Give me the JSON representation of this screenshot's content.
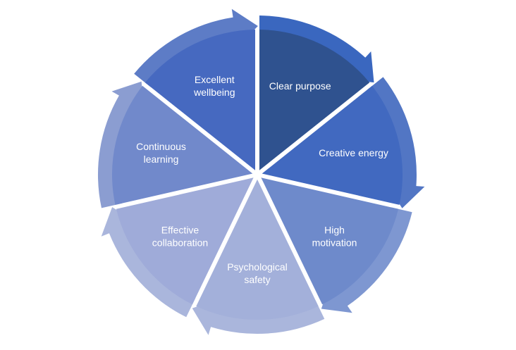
{
  "segments": [
    {
      "id": "clear-purpose",
      "lines": [
        "Clear purpose"
      ],
      "fill": "#2f528f",
      "ring": "#3a67bf"
    },
    {
      "id": "creative-energy",
      "lines": [
        "Creative energy"
      ],
      "fill": "#4169c0",
      "ring": "#5276c4"
    },
    {
      "id": "high-motivation",
      "lines": [
        "High",
        "motivation"
      ],
      "fill": "#6e8acb",
      "ring": "#7e97d1"
    },
    {
      "id": "psychological-safety",
      "lines": [
        "Psychological",
        "safety"
      ],
      "fill": "#a3b0da",
      "ring": "#aab6dc"
    },
    {
      "id": "effective-collaboration",
      "lines": [
        "Effective",
        "collaboration"
      ],
      "fill": "#9fabd9",
      "ring": "#aab6dc"
    },
    {
      "id": "continuous-learning",
      "lines": [
        "Continuous",
        "learning"
      ],
      "fill": "#7189cb",
      "ring": "#8b9dd1"
    },
    {
      "id": "excellent-wellbeing",
      "lines": [
        "Excellent",
        "wellbeing"
      ],
      "fill": "#4669c0",
      "ring": "#5d7cc6"
    }
  ]
}
